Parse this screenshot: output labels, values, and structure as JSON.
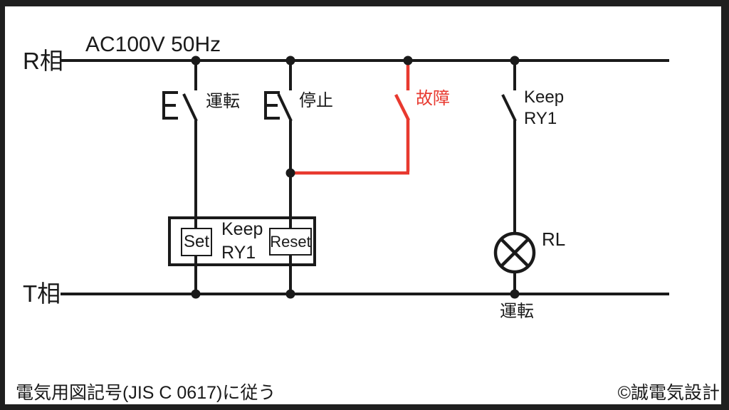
{
  "title": "AC100V 50Hz",
  "rails": {
    "top_label": "R相",
    "bottom_label": "T相"
  },
  "switches": {
    "run_label": "運転",
    "stop_label": "停止",
    "fault_label": "故障",
    "keep_contact": {
      "line1": "Keep",
      "line2": "RY1"
    }
  },
  "relay_box": {
    "set_label": "Set",
    "reset_label": "Reset",
    "name": {
      "line1": "Keep",
      "line2": "RY1"
    }
  },
  "lamp": {
    "label": "RL",
    "caption": "運転"
  },
  "footer": {
    "left_note": "電気用図記号(JIS C 0617)に従う",
    "right_credit": "©誠電気設計"
  },
  "colors": {
    "wire": "#1a1a1a",
    "fault": "#e8392f",
    "frame": "#1f1f1f",
    "background": "#ffffff"
  }
}
